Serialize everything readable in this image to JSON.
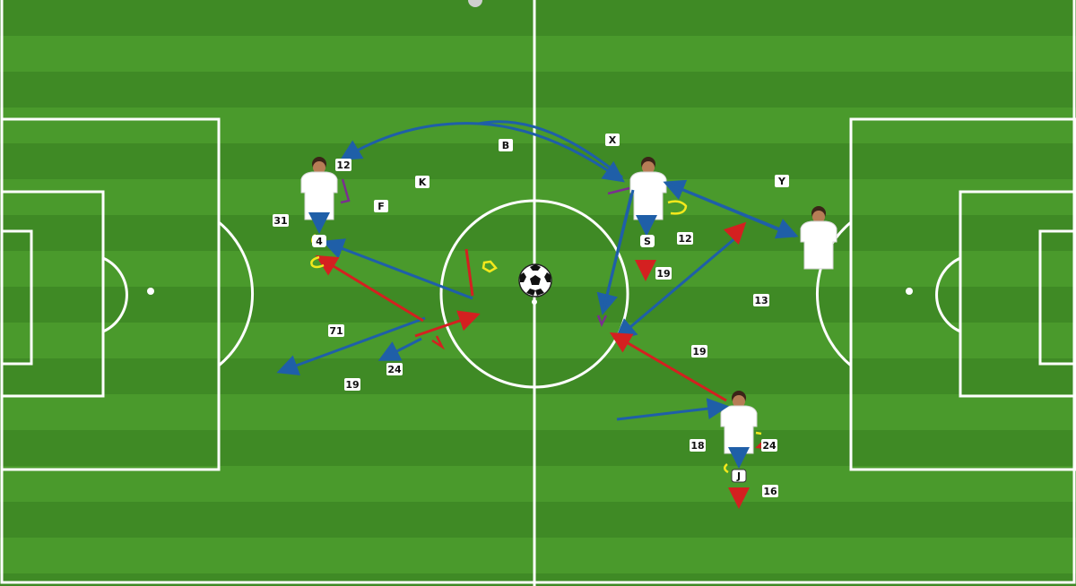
{
  "labels": {
    "l1": "B",
    "l2": "X",
    "l3": "12",
    "l4": "K",
    "l5": "F",
    "l6": "31",
    "l7": "4",
    "l8": "Y",
    "l9": "12",
    "l10": "19",
    "l11": "S",
    "l12": "13",
    "l13": "71",
    "l14": "19",
    "l15": "24",
    "l16": "19",
    "l17": "18",
    "l18": "24",
    "l19": "J",
    "l20": "16"
  },
  "colors": {
    "grass_light": "#4f9a2f",
    "grass_dark": "#3f8a25",
    "line": "#ffffff",
    "arrow_blue": "#1f5fa8",
    "arrow_red": "#d42020",
    "highlight_yellow": "#f3e81c",
    "purple": "#7a2f8f"
  },
  "icons": {
    "player": "player-figure-icon",
    "ball": "soccer-ball-icon",
    "arrow": "arrow-icon"
  }
}
